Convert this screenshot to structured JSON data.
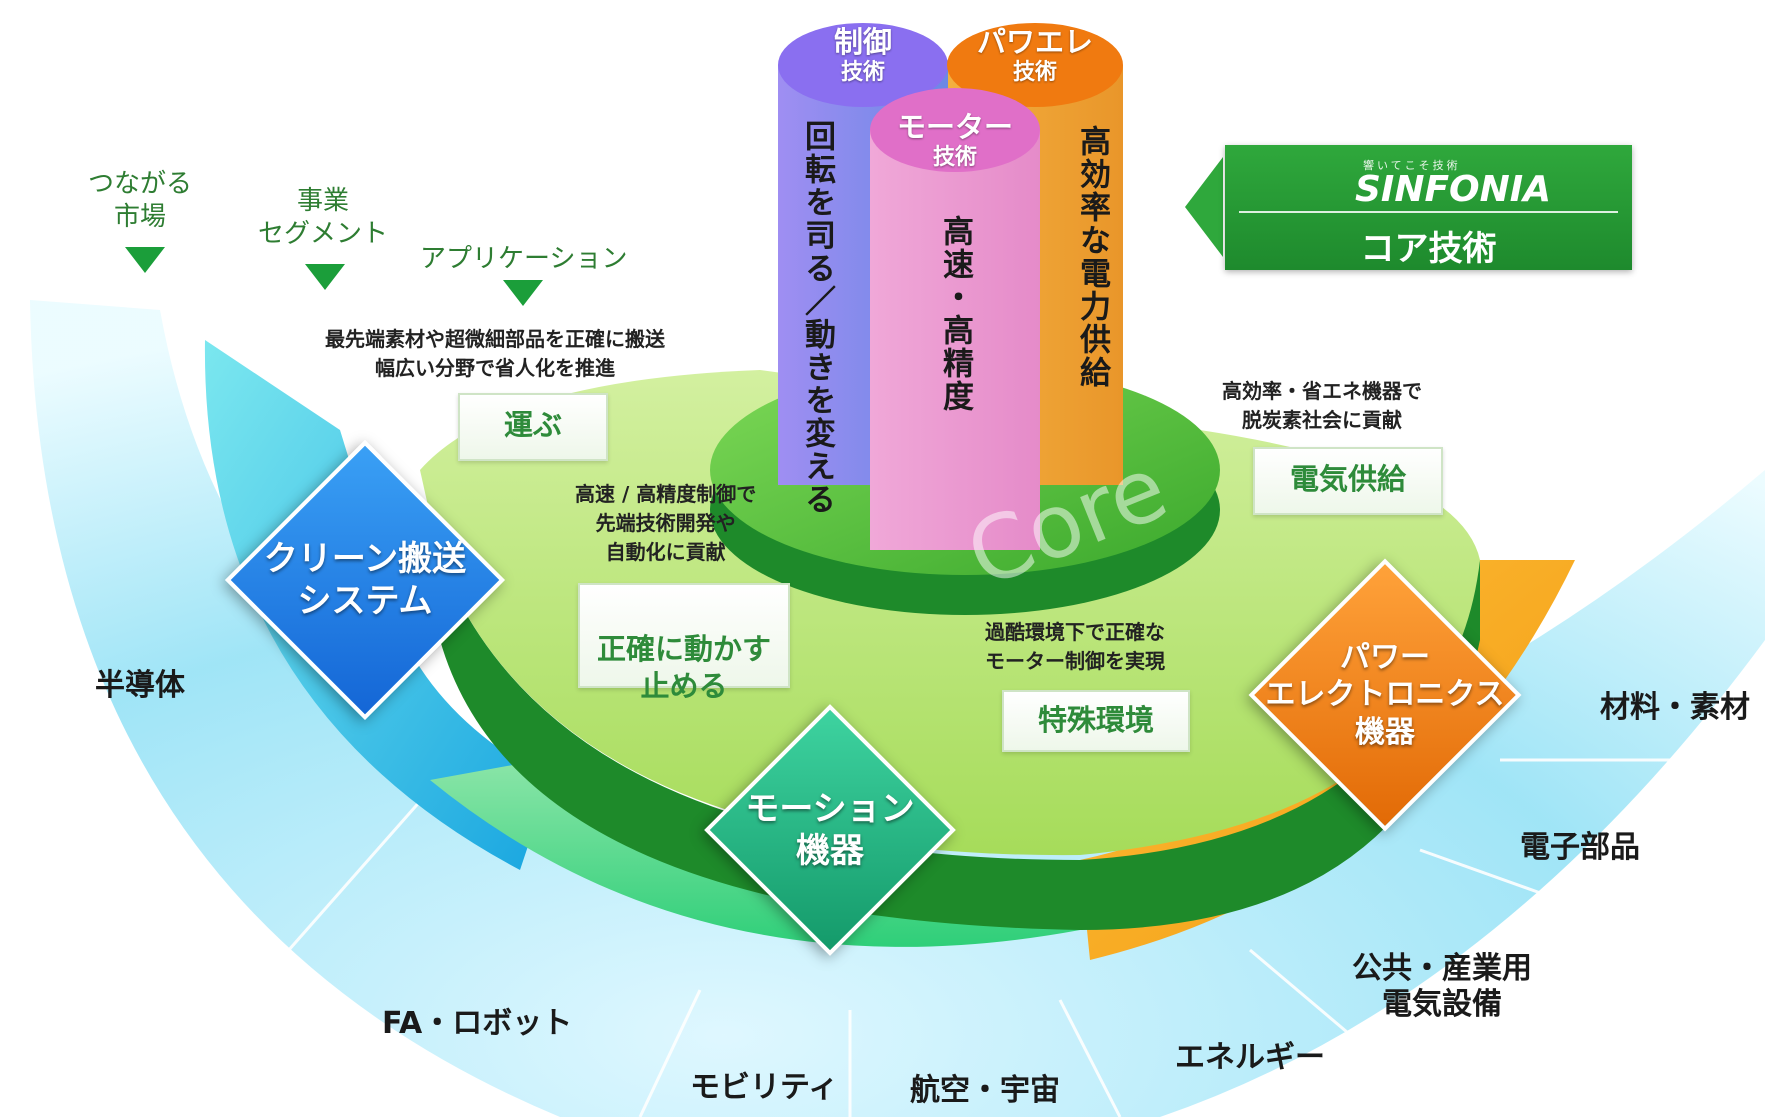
{
  "legend": {
    "market": "つながる\n市場",
    "segment": "事業\nセグメント",
    "application": "アプリケーション"
  },
  "core_tech": {
    "control": {
      "title": "制御",
      "sub": "技術",
      "desc": "回転を司る／動きを変える"
    },
    "power_electronics": {
      "title": "パワエレ",
      "sub": "技術",
      "desc": "高効率な電力供給"
    },
    "motor": {
      "title": "モーター",
      "sub": "技術",
      "desc": "高速・高精度"
    },
    "core_label": "Core"
  },
  "brand": {
    "tagline": "響いてこそ技術",
    "logo": "SINFONIA",
    "core": "コア技術"
  },
  "applications": [
    {
      "desc": "最先端素材や超微細部品を正確に搬送\n幅広い分野で省人化を推進",
      "label": "運ぶ"
    },
    {
      "desc": "高速 / 高精度制御で\n先端技術開発や\n自動化に貢献",
      "label": "正確に動かす\n止める"
    },
    {
      "desc": "過酷環境下で正確な\nモーター制御を実現",
      "label": "特殊環境"
    },
    {
      "desc": "高効率・省エネ機器で\n脱炭素社会に貢献",
      "label": "電気供給"
    }
  ],
  "segments": [
    {
      "label": "クリーン搬送\nシステム",
      "color": "#1c7fe0"
    },
    {
      "label": "モーション\n機器",
      "color": "#1fb07a"
    },
    {
      "label": "パワー\nエレクトロニクス\n機器",
      "color": "#f07e10"
    }
  ],
  "markets": [
    "半導体",
    "FA・ロボット",
    "モビリティ",
    "航空・宇宙",
    "エネルギー",
    "公共・産業用\n電気設備",
    "電子部品",
    "材料・素材"
  ]
}
